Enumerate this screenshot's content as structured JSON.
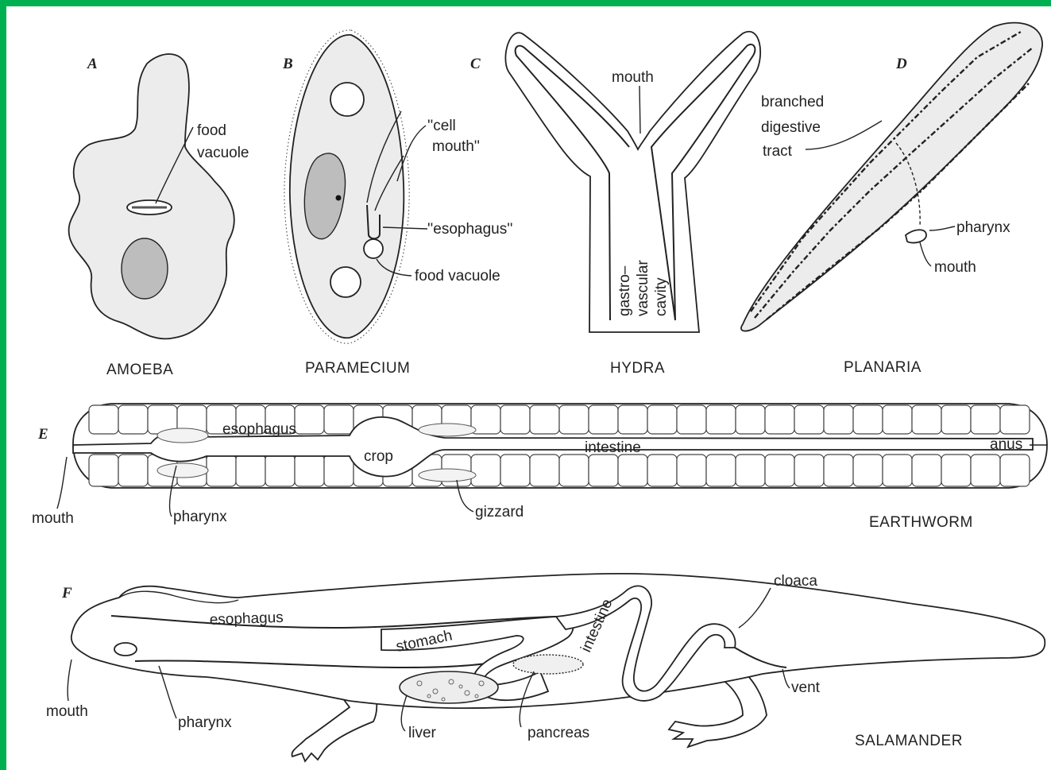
{
  "panels": {
    "amoeba": {
      "letter": "A",
      "name": "AMOEBA",
      "labels": {
        "food_vacuole_1": "food",
        "food_vacuole_2": "vacuole"
      }
    },
    "paramecium": {
      "letter": "B",
      "name": "PARAMECIUM",
      "labels": {
        "cell_mouth_1": "''cell",
        "cell_mouth_2": "mouth''",
        "esophagus": "''esophagus''",
        "food_vacuole": "food vacuole"
      }
    },
    "hydra": {
      "letter": "C",
      "name": "HYDRA",
      "labels": {
        "mouth": "mouth",
        "cavity_1": "gastro–",
        "cavity_2": "vascular",
        "cavity_3": "cavity"
      }
    },
    "planaria": {
      "letter": "D",
      "name": "PLANARIA",
      "labels": {
        "tract_1": "branched",
        "tract_2": "digestive",
        "tract_3": "tract",
        "pharynx": "pharynx",
        "mouth": "mouth"
      }
    },
    "earthworm": {
      "letter": "E",
      "name": "EARTHWORM",
      "labels": {
        "esophagus": "esophagus",
        "crop": "crop",
        "intestine": "intestine",
        "anus": "anus",
        "mouth": "mouth",
        "pharynx": "pharynx",
        "gizzard": "gizzard"
      }
    },
    "salamander": {
      "letter": "F",
      "name": "SALAMANDER",
      "labels": {
        "esophagus": "esophagus",
        "stomach": "stomach",
        "intestine": "intestine",
        "cloaca": "cloaca",
        "vent": "vent",
        "mouth": "mouth",
        "pharynx": "pharynx",
        "liver": "liver",
        "pancreas": "pancreas"
      }
    }
  },
  "colors": {
    "border": "#00b050",
    "ink": "#222222",
    "body_fill": "#ececec",
    "nucleus_fill": "#bdbdbd"
  }
}
